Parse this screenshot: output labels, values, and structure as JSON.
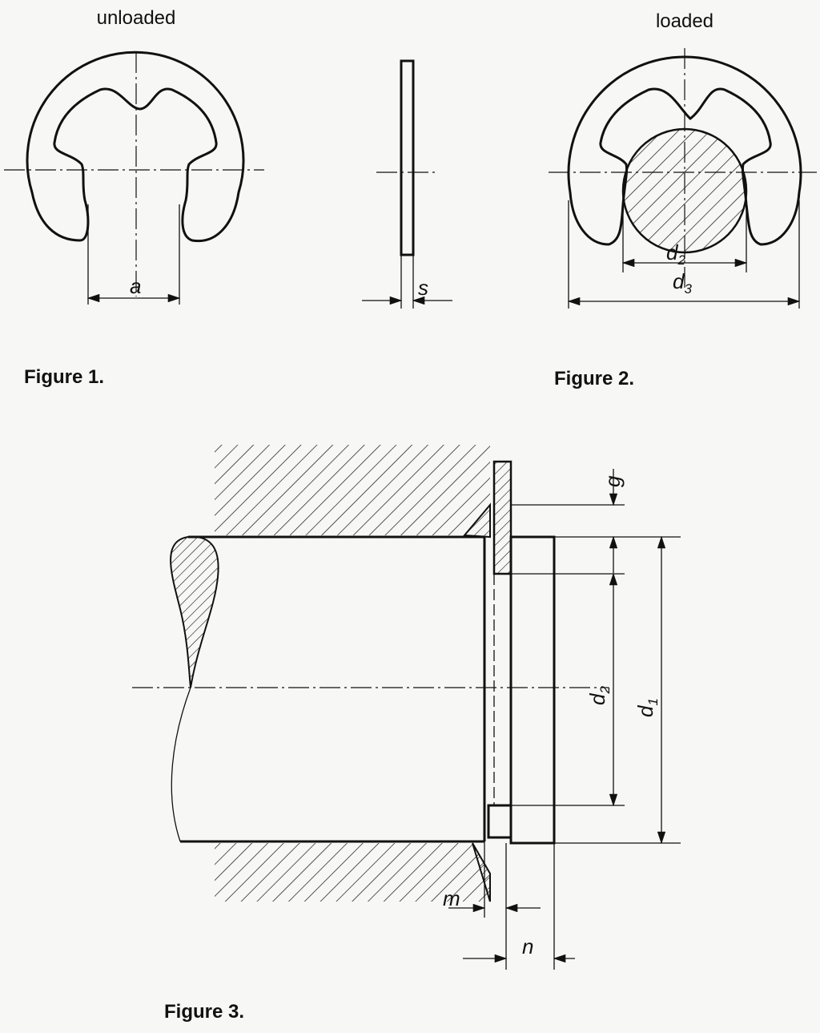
{
  "figure1": {
    "state_label": "unloaded",
    "dim_a": "a",
    "dim_s": "s",
    "caption": "Figure 1."
  },
  "figure2": {
    "state_label": "loaded",
    "dim_d2": {
      "base": "d",
      "sub": "2"
    },
    "dim_d3": {
      "base": "d",
      "sub": "3"
    },
    "caption": "Figure 2."
  },
  "figure3": {
    "dim_g": "g",
    "dim_d2": {
      "base": "d",
      "sub": "2"
    },
    "dim_d1": {
      "base": "d",
      "sub": "1"
    },
    "dim_m": "m",
    "dim_n": "n",
    "caption": "Figure 3."
  }
}
